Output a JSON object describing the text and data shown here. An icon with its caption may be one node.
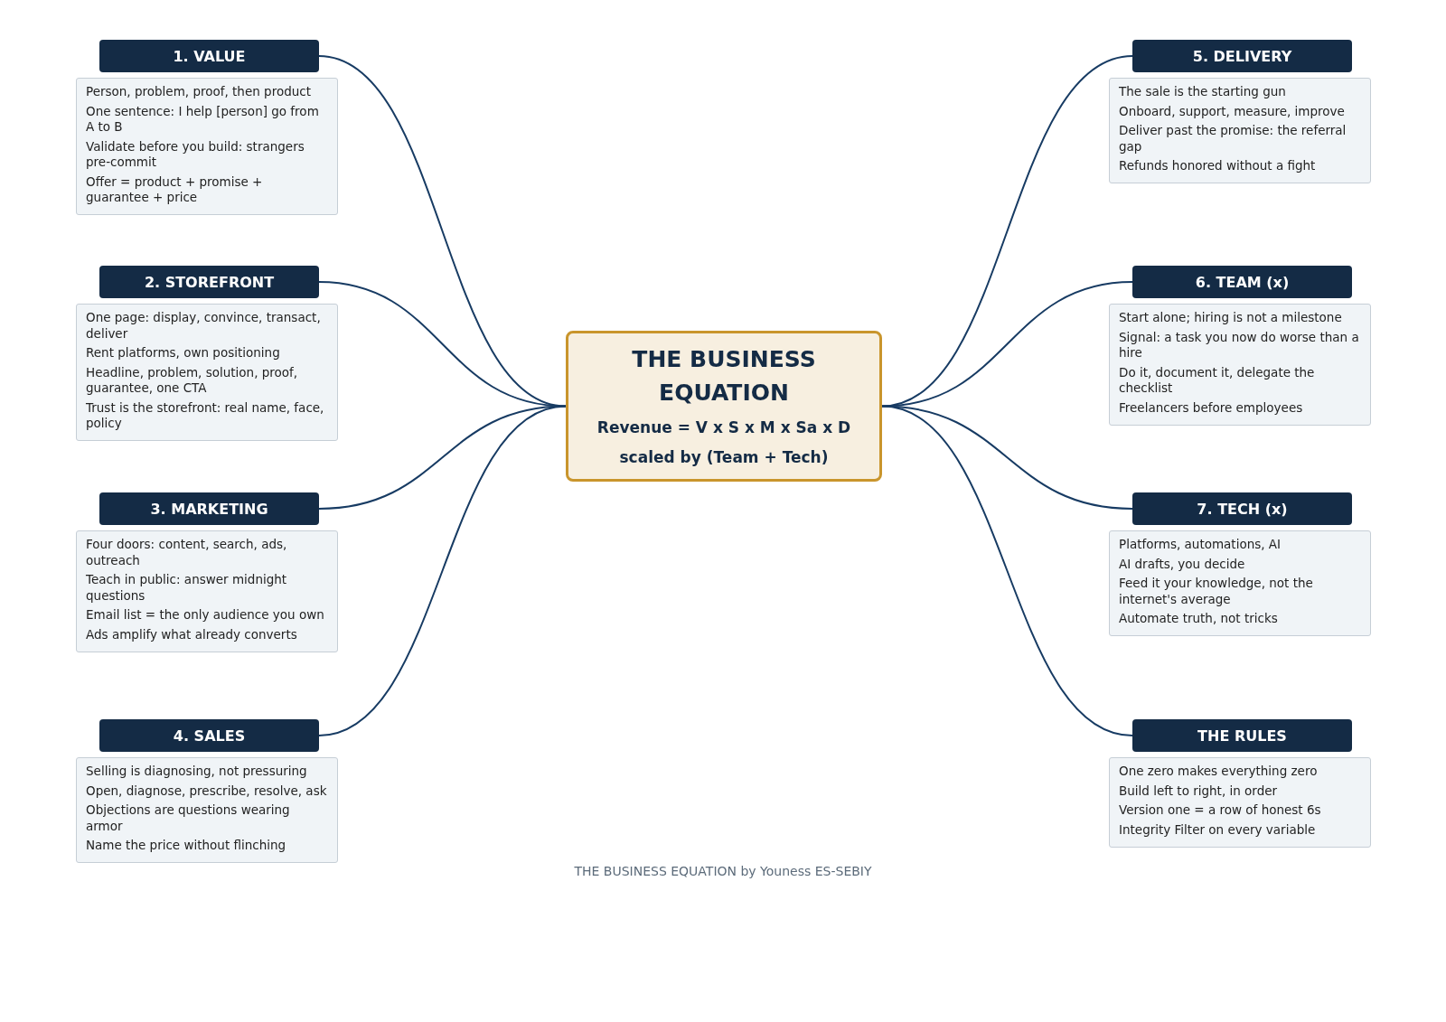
{
  "diagram": {
    "nodes": [
      {
        "text": [
          "THE BUSINESS EQUATION",
          "Revenue = V x S x M x Sa x D",
          "scaled by (Team + Tech)"
        ]
      },
      {
        "text": [
          "1. VALUE"
        ]
      },
      {
        "text": [
          "Person, problem, proof, then product",
          "One sentence: I help [person] go from A to B",
          "Validate before you build: strangers pre-commit",
          "Offer = product + promise + guarantee + price"
        ]
      },
      {
        "text": [
          "2. STOREFRONT"
        ]
      },
      {
        "text": [
          "One page: display, convince, transact, deliver",
          "Rent platforms, own positioning",
          "Headline, problem, solution, proof, guarantee, one CTA",
          "Trust is the storefront: real name, face, policy"
        ]
      },
      {
        "text": [
          "3. MARKETING"
        ]
      },
      {
        "text": [
          "Four doors: content, search, ads, outreach",
          "Teach in public: answer midnight questions",
          "Email list = the only audience you own",
          "Ads amplify what already converts"
        ]
      },
      {
        "text": [
          "4. SALES"
        ]
      },
      {
        "text": [
          "Selling is diagnosing, not pressuring",
          "Open, diagnose, prescribe, resolve, ask",
          "Objections are questions wearing armor",
          "Name the price without flinching"
        ]
      },
      {
        "text": [
          "5. DELIVERY"
        ]
      },
      {
        "text": [
          "The sale is the starting gun",
          "Onboard, support, measure, improve",
          "Deliver past the promise: the referral gap",
          "Refunds honored without a fight"
        ]
      },
      {
        "text": [
          "6. TEAM (x)"
        ]
      },
      {
        "text": [
          "Start alone; hiring is not a milestone",
          "Signal: a task you now do worse than a hire",
          "Do it, document it, delegate the checklist",
          "Freelancers before employees"
        ]
      },
      {
        "text": [
          "7. TECH (x)"
        ]
      },
      {
        "text": [
          "Platforms, automations, AI",
          "AI drafts, you decide",
          "Feed it your knowledge, not the internet's average",
          "Automate truth, not tricks"
        ]
      },
      {
        "text": [
          "THE RULES"
        ]
      },
      {
        "text": [
          "One zero makes everything zero",
          "Build left to right, in order",
          "Version one = a row of honest 6s",
          "Integrity Filter on every variable"
        ]
      }
    ],
    "edges": [
      {
        "from": 0,
        "to": 1,
        "arrow": "none"
      },
      {
        "from": 0,
        "to": 3,
        "arrow": "none"
      },
      {
        "from": 0,
        "to": 5,
        "arrow": "none"
      },
      {
        "from": 0,
        "to": 7,
        "arrow": "none"
      },
      {
        "from": 0,
        "to": 9,
        "arrow": "none"
      },
      {
        "from": 0,
        "to": 11,
        "arrow": "none"
      },
      {
        "from": 0,
        "to": 13,
        "arrow": "none"
      },
      {
        "from": 0,
        "to": 15,
        "arrow": "none"
      }
    ],
    "labels": [
      "THE BUSINESS EQUATION by Youness ES-SEBIY"
    ]
  }
}
